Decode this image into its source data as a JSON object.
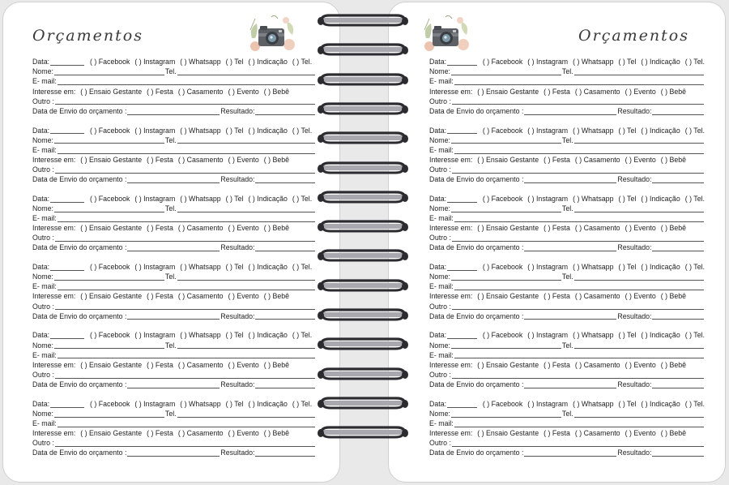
{
  "pages": [
    {
      "title": "Orçamentos",
      "side": "left"
    },
    {
      "title": "Orçamentos",
      "side": "right"
    }
  ],
  "labels": {
    "data": "Data:",
    "facebook": "( ) Facebook",
    "instagram": "( ) Instagram",
    "whatsapp": "( ) Whatsapp",
    "tel_opt": "( ) Tel",
    "indicacao": "( ) Indicação",
    "tel_opt2": "( ) Tel.",
    "nome": "Nome:",
    "tel": "Tel.",
    "email": "E- mail:",
    "interesse": "Interesse em:",
    "gestante": "( ) Ensaio Gestante",
    "festa": "( ) Festa",
    "casamento": "( ) Casamento",
    "evento": "( ) Evento",
    "bebe": "( ) Bebê",
    "outro": "Outro :",
    "envio": "Data de Envio do orçamento :",
    "resultado": "Resultado:"
  },
  "forms_per_page": 6,
  "ring_count": 15,
  "colors": {
    "page": "#ffffff",
    "background": "#e9e9ea",
    "ring_dark": "#2b2b30",
    "ring_light": "#a8a8ae",
    "title": "#3a3a3a"
  }
}
